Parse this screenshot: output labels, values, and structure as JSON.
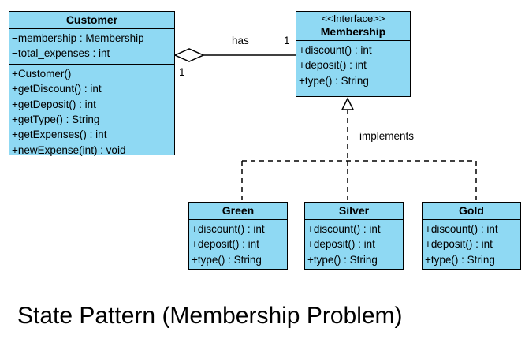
{
  "customer": {
    "name": "Customer",
    "attributes": [
      "−membership : Membership",
      "−total_expenses : int"
    ],
    "operations": [
      "+Customer()",
      "+getDiscount() : int",
      "+getDeposit() : int",
      "+getType() : String",
      "+getExpenses() : int",
      "+newExpense(int) : void"
    ]
  },
  "membership": {
    "stereotype": "<<Interface>>",
    "name": "Membership",
    "operations": [
      "+discount() : int",
      "+deposit() : int",
      "+type() : String"
    ]
  },
  "green": {
    "name": "Green",
    "operations": [
      "+discount() : int",
      "+deposit() : int",
      "+type() : String"
    ]
  },
  "silver": {
    "name": "Silver",
    "operations": [
      "+discount() : int",
      "+deposit() : int",
      "+type() : String"
    ]
  },
  "gold": {
    "name": "Gold",
    "operations": [
      "+discount() : int",
      "+deposit() : int",
      "+type() : String"
    ]
  },
  "association": {
    "label": "has",
    "multiplicity_customer": "1",
    "multiplicity_membership": "1"
  },
  "realization": {
    "label": "implements"
  },
  "title": "State Pattern (Membership Problem)"
}
